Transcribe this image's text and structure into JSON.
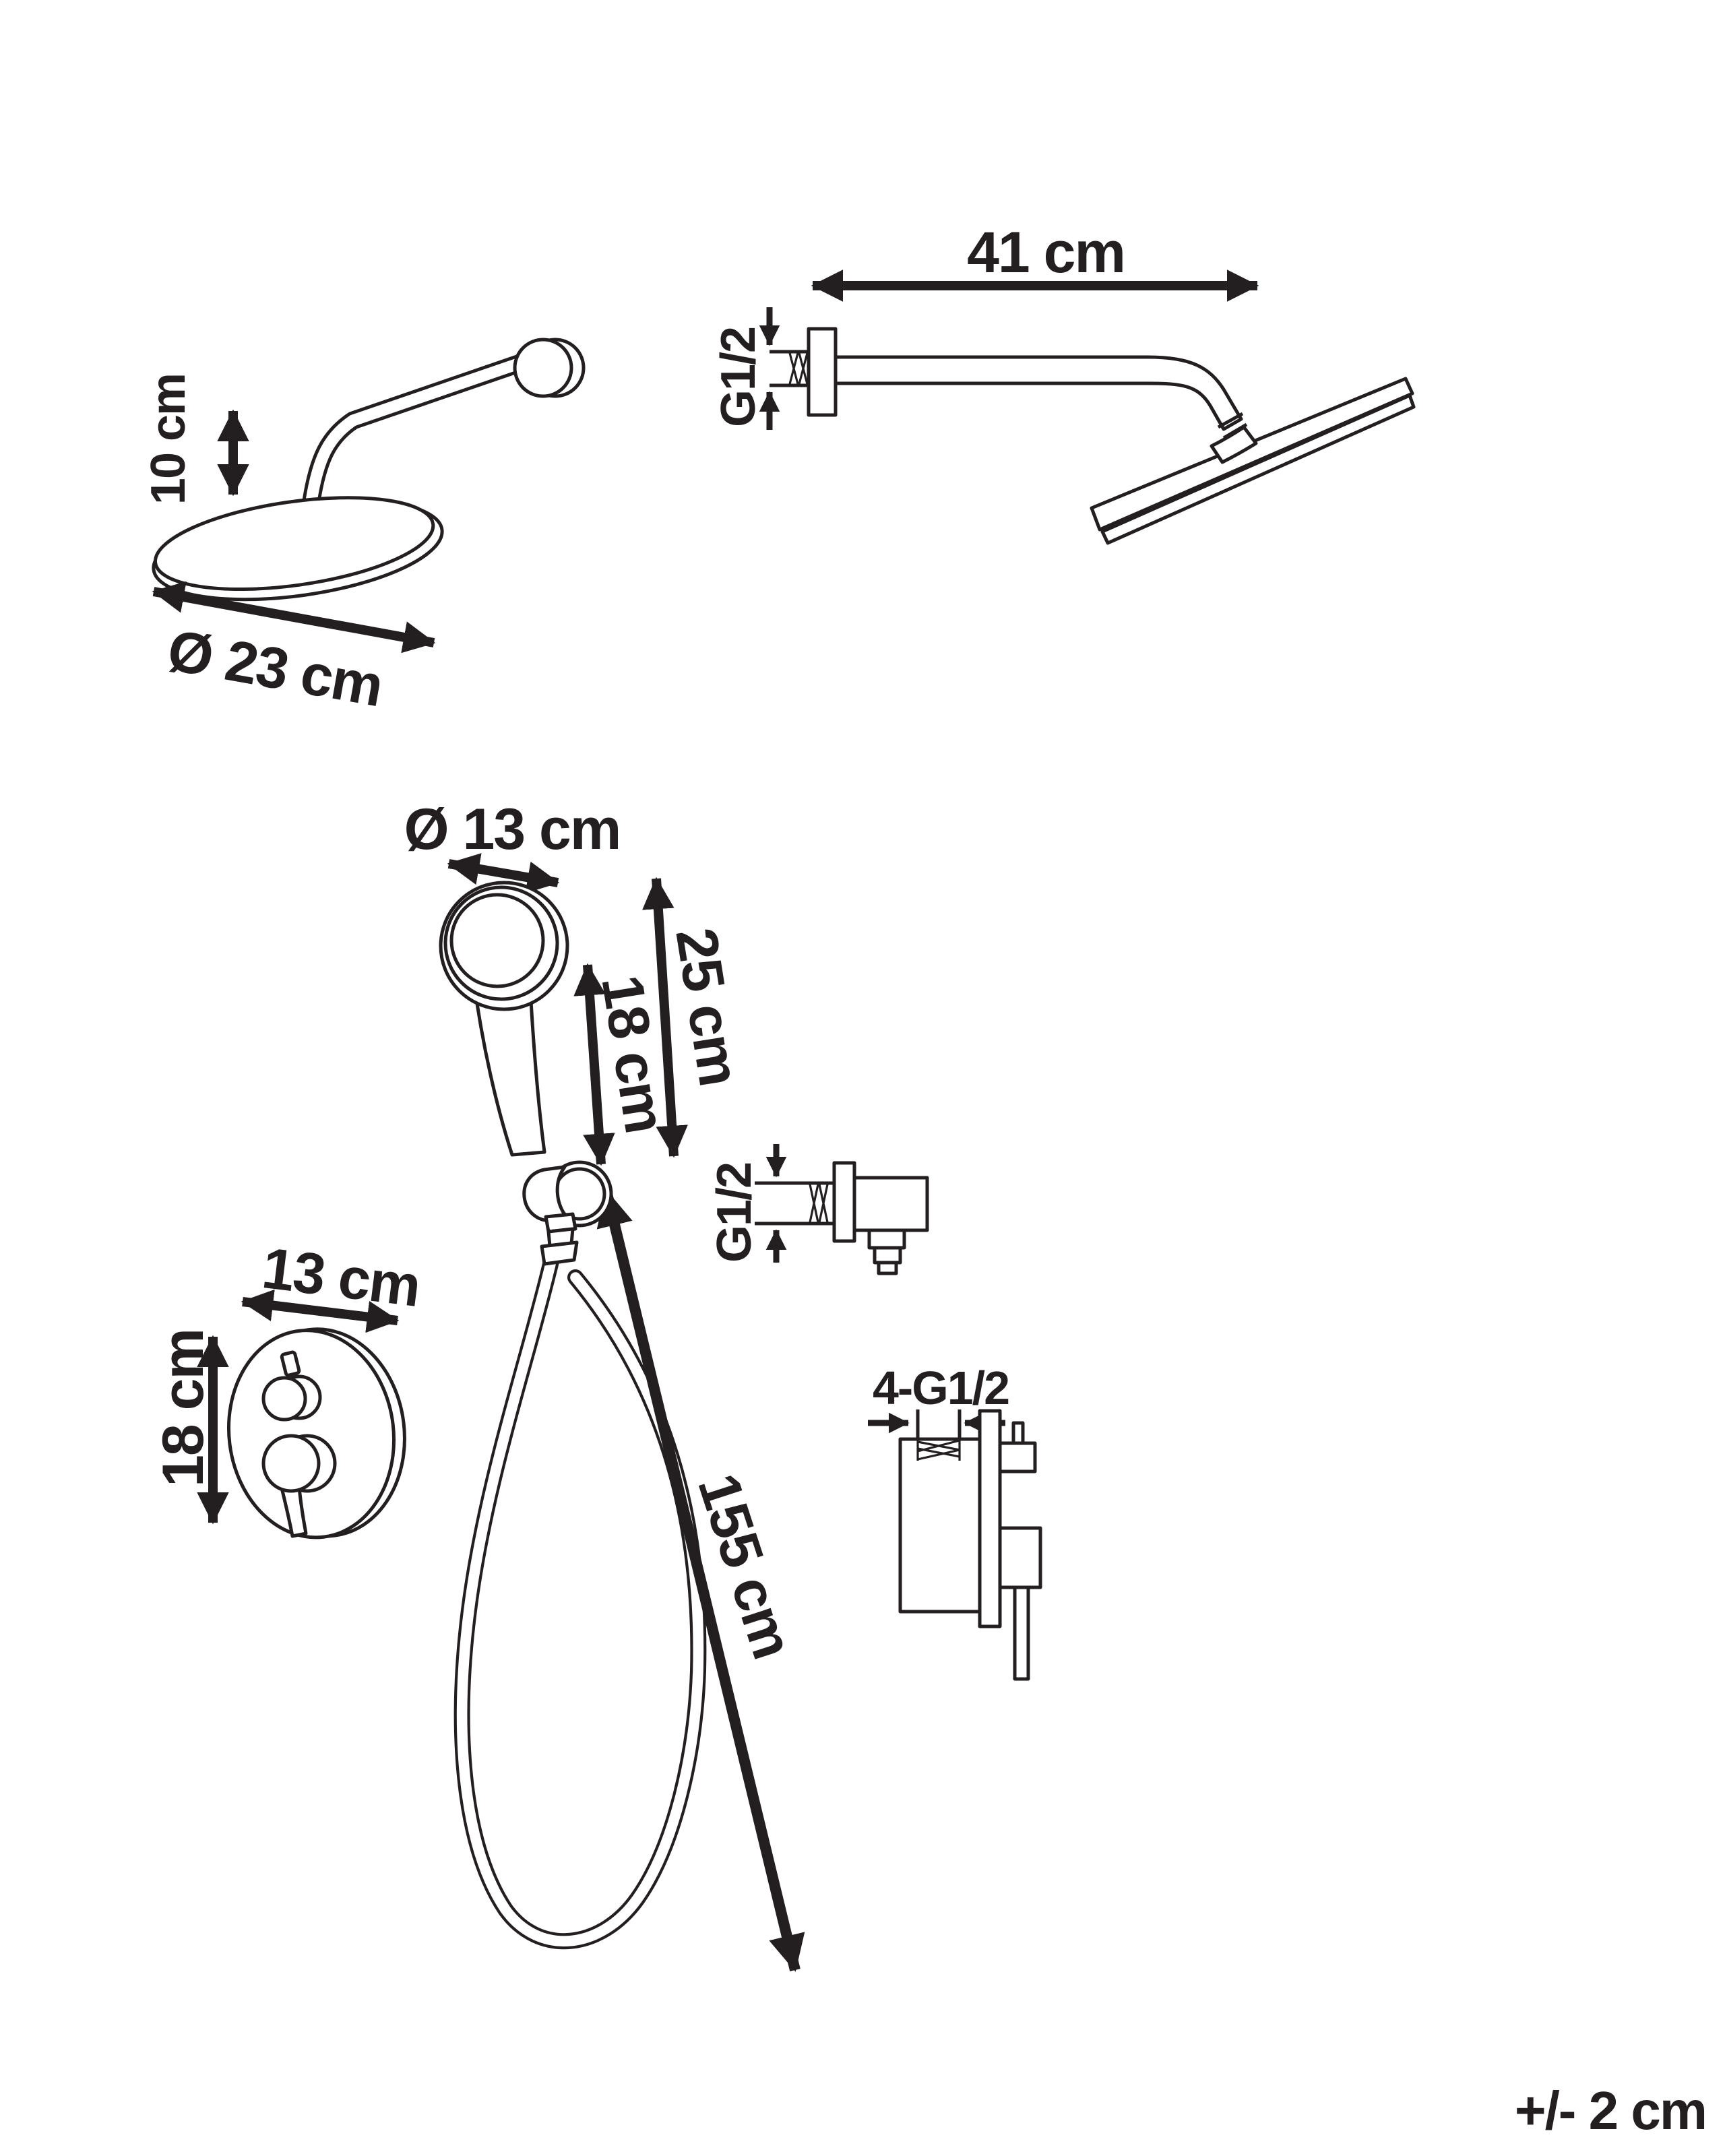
{
  "page": {
    "kind": "product-dimension-diagram",
    "subject": "concealed shower mixer set line drawing",
    "tolerance_note": "+/- 2 cm"
  },
  "colors": {
    "line": "#231f20",
    "background": "#ffffff"
  },
  "components": {
    "overhead_shower": {
      "title": "overhead rain shower head (three-quarter view)",
      "height_label": "10 cm",
      "diameter_label": "Ø 23 cm"
    },
    "shower_arm": {
      "title": "wall-mounted shower arm with head (side view)",
      "length_label": "41 cm",
      "thread_label": "G1/2"
    },
    "hand_shower": {
      "title": "hand shower on wall holder",
      "diameter_label": "Ø 13 cm",
      "head_length_label": "18 cm",
      "total_length_label": "25 cm"
    },
    "mixer_plate": {
      "title": "concealed mixer trim plate with knob and lever",
      "width_label": "13 cm",
      "height_label": "18 cm"
    },
    "wall_outlet": {
      "title": "wall outlet elbow",
      "thread_label": "G1/2"
    },
    "hose": {
      "title": "shower hose loop",
      "length_label": "155 cm"
    },
    "valve_body": {
      "title": "concealed valve rough-in body (side view)",
      "thread_label": "4-G1/2"
    }
  }
}
